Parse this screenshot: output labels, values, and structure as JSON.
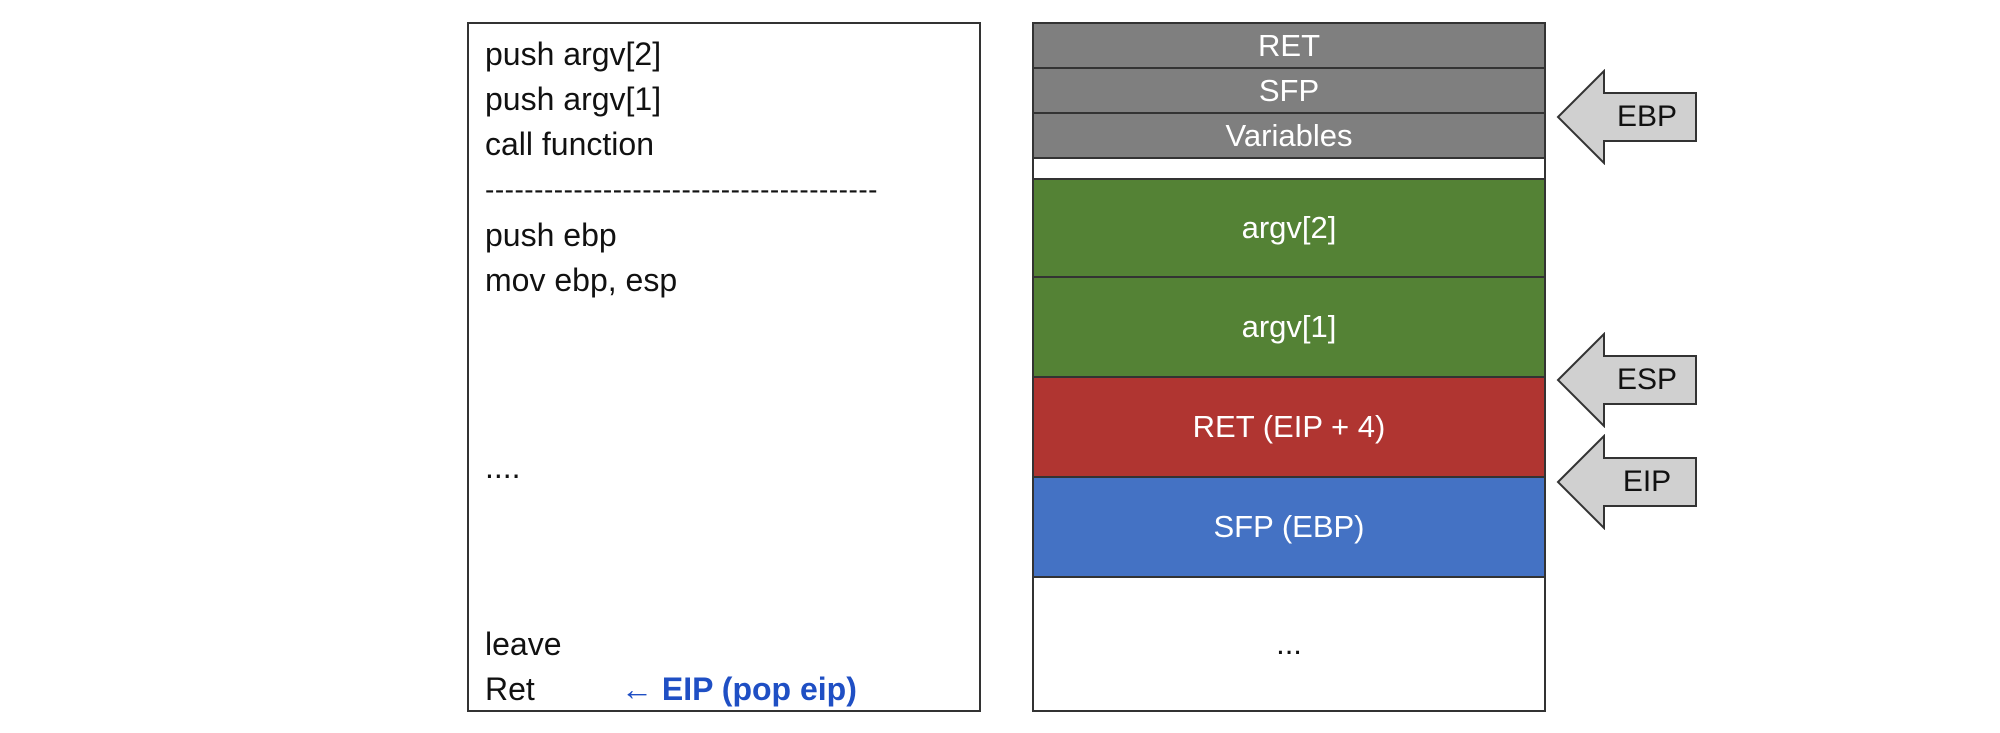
{
  "code": {
    "lines": [
      "push argv[2]",
      "push argv[1]",
      "call function",
      "----------------------------------------",
      "push ebp",
      "mov ebp, esp",
      "....",
      "leave",
      "Ret"
    ],
    "eip_note": "← EIP (pop eip)"
  },
  "stack": {
    "cells": [
      "RET",
      "SFP",
      "Variables",
      "",
      "argv[2]",
      "argv[1]",
      "RET (EIP + 4)",
      "SFP (EBP)",
      "..."
    ],
    "colors": {
      "gray": "#7f7f7f",
      "green": "#548235",
      "red": "#b03531",
      "blue": "#4472c4"
    }
  },
  "pointers": [
    "EBP",
    "ESP",
    "EIP"
  ]
}
